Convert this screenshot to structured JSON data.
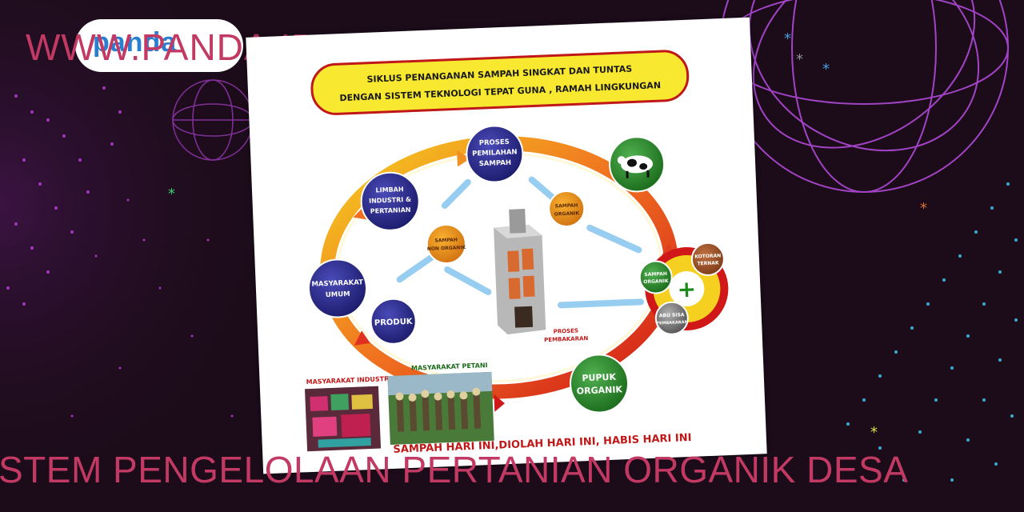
{
  "site": {
    "logo_text": "panda",
    "url": "WWW.PANDA.ID"
  },
  "poster": {
    "title_line1": "SIKLUS PENANGANAN SAMPAH SINGKAT DAN TUNTAS",
    "title_line2": "DENGAN SISTEM  TEKNOLOGI TEPAT GUNA , RAMAH LINGKUNGAN",
    "nodes": {
      "pemilahan": [
        "PROSES",
        "PEMILAHAN",
        "SAMPAH"
      ],
      "limbah": [
        "LIMBAH",
        "INDUSTRI &",
        "PERTANIAN"
      ],
      "masyarakat_umum": [
        "MASYARAKAT",
        "UMUM"
      ],
      "produk": "PRODUK",
      "sampah_non_organik": [
        "SAMPAH",
        "NON ORGANIK"
      ],
      "sampah_organik_small": [
        "SAMPAH",
        "ORGANIK"
      ],
      "sampah_organik": [
        "SAMPAH",
        "ORGANIK"
      ],
      "kotoran_ternak": [
        "KOTORAN",
        "TERNAK"
      ],
      "abu_sisa": [
        "ABU SISA",
        "PEMBAKARAN"
      ],
      "pupuk_organik": [
        "PUPUK",
        "ORGANIK"
      ],
      "plus": "+"
    },
    "proses_pembakaran": [
      "PROSES",
      "PEMBAKARAN"
    ],
    "photo_industri_label": "MASYARAKAT INDUSTRI",
    "photo_petani_label": "MASYARAKAT PETANI",
    "footer": "SAMPAH HARI INI,DIOLAH HARI INI, HABIS HARI INI"
  },
  "caption": "STEM PENGELOLAAN PERTANIAN ORGANIK DESA"
}
